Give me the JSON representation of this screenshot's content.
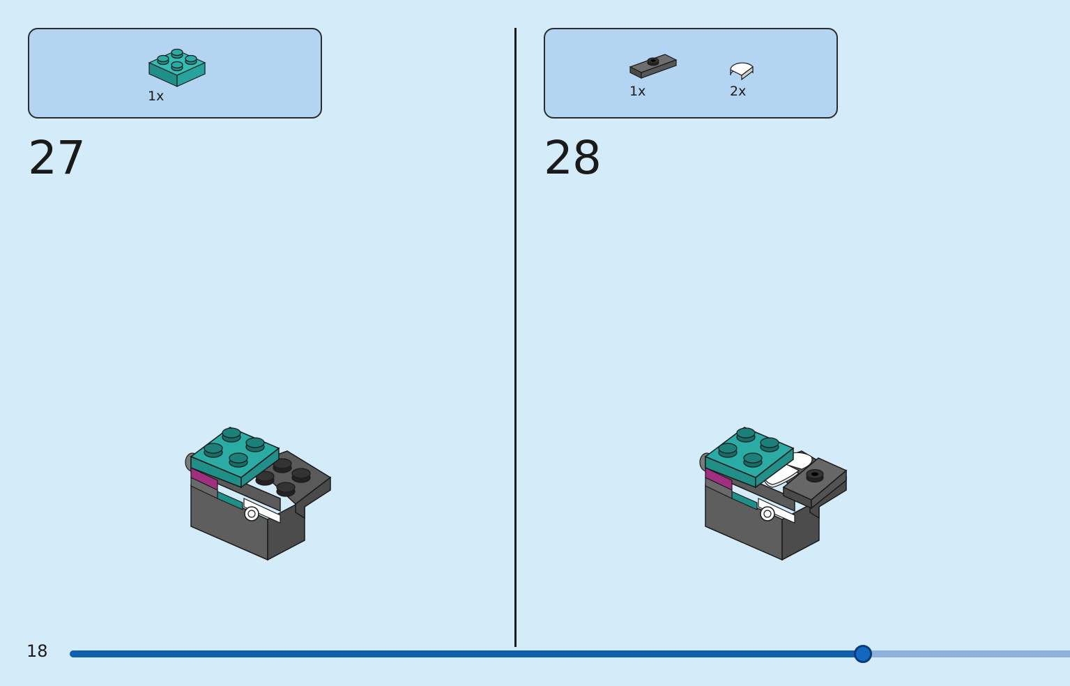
{
  "page": {
    "number": "18"
  },
  "progress": {
    "fraction": 0.792
  },
  "colors": {
    "background": "#d4ebf9",
    "parts_box": "#b3d5f2",
    "teal": "#2aaba3",
    "dark_gray": "#5e5e5e",
    "magenta": "#a0307f",
    "white": "#ffffff",
    "progress_fill": "#0f5fae",
    "progress_track": "#8fb0dd"
  },
  "steps": [
    {
      "number": "27",
      "parts": [
        {
          "icon": "teal-2x2-plate-icon",
          "qty": "1x"
        }
      ]
    },
    {
      "number": "28",
      "parts": [
        {
          "icon": "dark-gray-1x2-jumper-plate-icon",
          "qty": "1x"
        },
        {
          "icon": "white-round-tile-icon",
          "qty": "2x"
        }
      ]
    }
  ]
}
